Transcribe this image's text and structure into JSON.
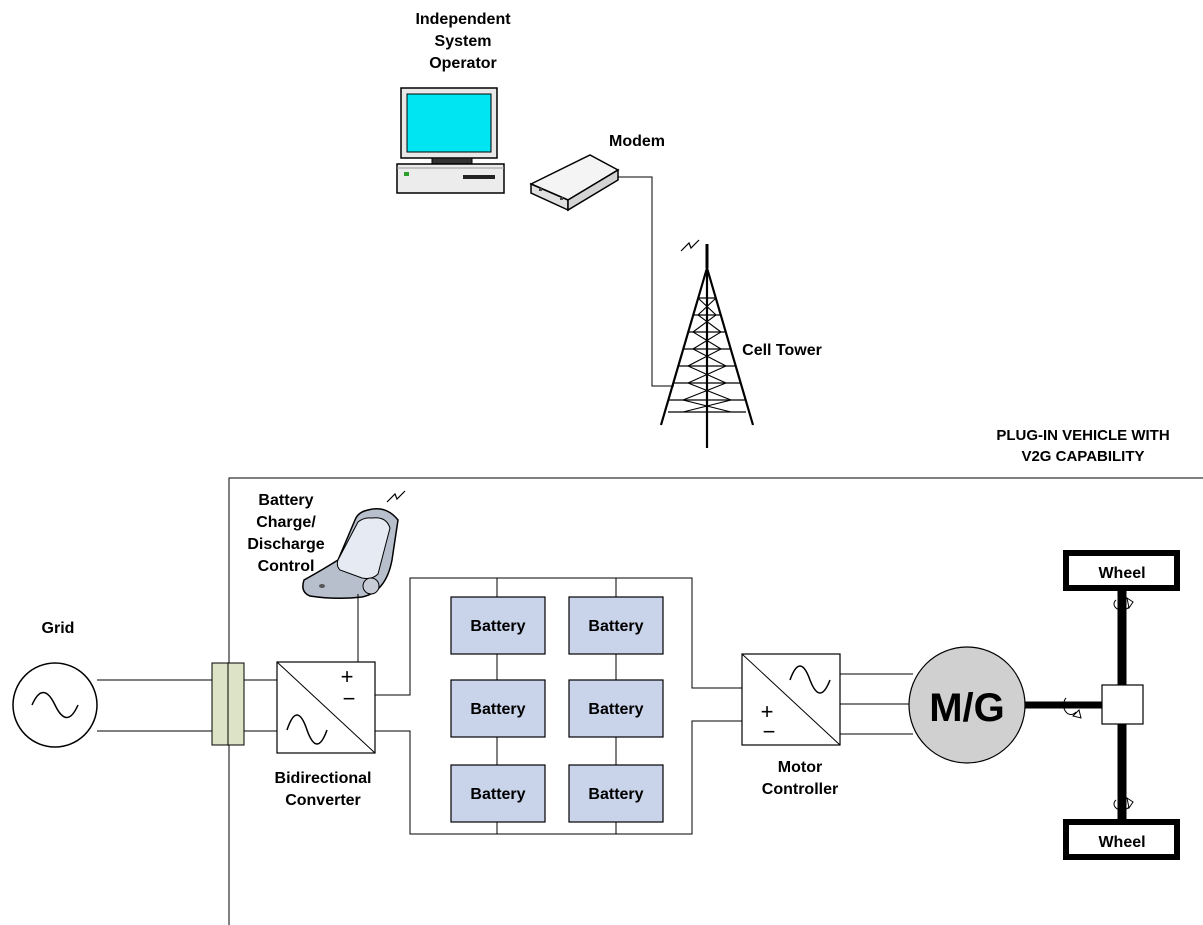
{
  "labels": {
    "iso_line1": "Independent",
    "iso_line2": "System",
    "iso_line3": "Operator",
    "modem": "Modem",
    "cell_tower": "Cell Tower",
    "vehicle_line1": "PLUG-IN VEHICLE WITH",
    "vehicle_line2": "V2G CAPABILITY",
    "bcc_line1": "Battery",
    "bcc_line2": "Charge/",
    "bcc_line3": "Discharge",
    "bcc_line4": "Control",
    "grid": "Grid",
    "converter_line1": "Bidirectional",
    "converter_line2": "Converter",
    "controller_line1": "Motor",
    "controller_line2": "Controller",
    "motor_generator": "M/G",
    "wheel_top": "Wheel",
    "wheel_bottom": "Wheel",
    "plus": "+",
    "minus": "−"
  },
  "batteries": [
    "Battery",
    "Battery",
    "Battery",
    "Battery",
    "Battery",
    "Battery"
  ],
  "colors": {
    "monitor_screen": "#00e5f2",
    "computer_body": "#ececec",
    "battery_fill": "#c9d3ea",
    "plug_fill": "#dde3c6",
    "motor_fill": "#d0d0d0",
    "phone_fill": "#b8bfcc"
  },
  "icons": [
    "computer-icon",
    "modem-icon",
    "cell-tower-icon",
    "cell-phone-icon",
    "ac-source-icon",
    "signal-icon"
  ]
}
